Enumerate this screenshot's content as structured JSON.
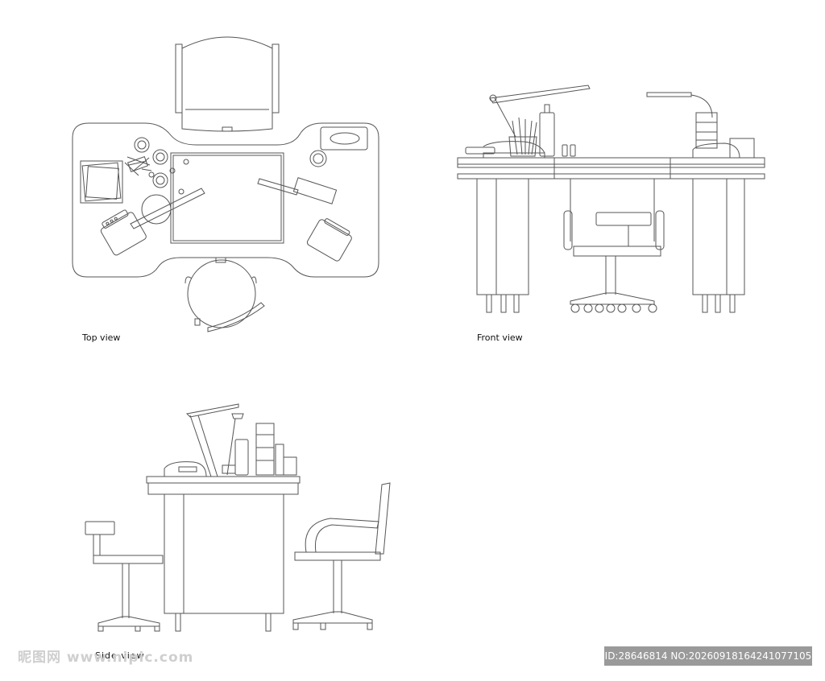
{
  "views": {
    "top": {
      "label": "Top view"
    },
    "front": {
      "label": "Front view"
    },
    "side": {
      "label": "Side view"
    }
  },
  "watermark": {
    "site": "昵图网 www.nipic.com",
    "id_text": "ID:28646814 NO:20260918164241077105"
  },
  "colors": {
    "line": "#555555",
    "background": "#ffffff",
    "watermark_box": "#9a9a9a"
  }
}
